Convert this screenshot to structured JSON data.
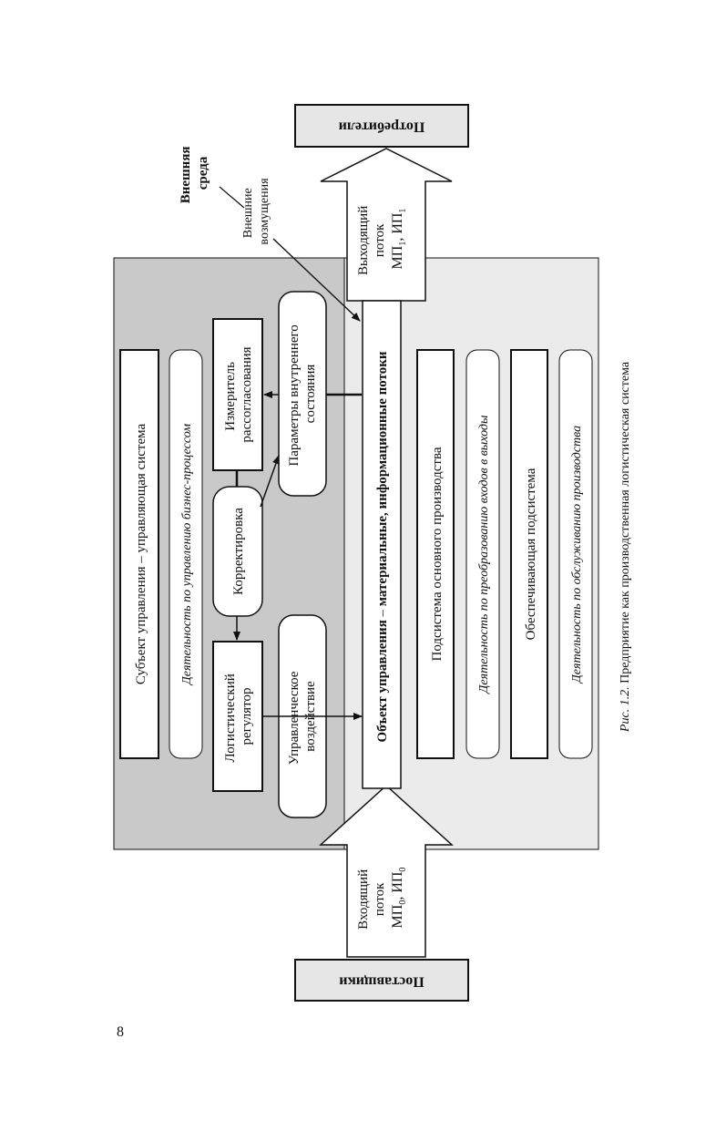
{
  "page_number": "8",
  "caption": {
    "label": "Рис. 1.2.",
    "text": " Предприятие как производственная логистическая система"
  },
  "suppliers": "Поставщики",
  "consumers": "Потребители",
  "external_environment": [
    "Внешняя",
    "среда"
  ],
  "external_disturbances": [
    "Внешние",
    "возмущения"
  ],
  "input_flow": [
    "Входящий",
    "поток",
    "МП",
    "0",
    ", ИП",
    "0"
  ],
  "output_flow": [
    "Выходящий",
    "поток",
    "МП",
    "1",
    ", ИП",
    "1"
  ],
  "control_subject": "Субъект управления – управляющая система",
  "control_activity": "Деятельность по управлению бизнес-процессом",
  "logistic_regulator": [
    "Логистический",
    "регулятор"
  ],
  "correction": "Корректировка",
  "mismatch_meter": [
    "Измеритель",
    "рассогласования"
  ],
  "control_action": [
    "Управленческое",
    "воздействие"
  ],
  "internal_params": [
    "Параметры внутреннего",
    "состояния"
  ],
  "control_object": {
    "prefix": "Объект управления",
    "dash": " – ",
    "suffix": "материальные, информационные потоки"
  },
  "main_production": "Подсистема основного производства",
  "transform_activity": "Деятельность по преобразованию входов в выходы",
  "support_subsystem": "Обеспечивающая подсистема",
  "service_activity": "Деятельность по обслуживанию производства"
}
